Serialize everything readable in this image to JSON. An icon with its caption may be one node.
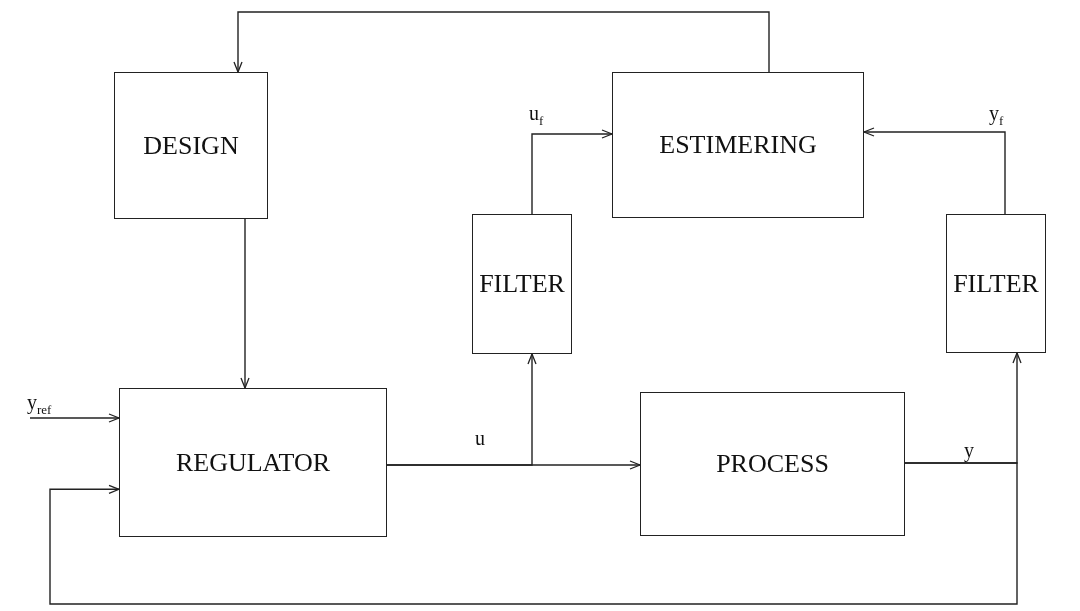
{
  "diagram": {
    "nodes": [
      {
        "text": [
          "DESIGN"
        ]
      },
      {
        "text": [
          "ESTIMERING"
        ]
      },
      {
        "text": [
          "FILTER"
        ]
      },
      {
        "text": [
          "FILTER"
        ]
      },
      {
        "text": [
          "REGULATOR"
        ]
      },
      {
        "text": [
          "PROCESS"
        ]
      }
    ],
    "edges": [
      {
        "from": 1,
        "to": 0,
        "arrow": "to"
      },
      {
        "from": 0,
        "to": 4,
        "arrow": "to"
      },
      {
        "from": null,
        "to": 4,
        "arrow": "to",
        "label": "y$_{ref}$"
      },
      {
        "from": 4,
        "to": 5,
        "arrow": "to",
        "label": "u"
      },
      {
        "from": 4,
        "to": 2,
        "arrow": "to"
      },
      {
        "from": 2,
        "to": 1,
        "arrow": "to",
        "label": "u$_{f}$"
      },
      {
        "from": 3,
        "to": 1,
        "arrow": "to",
        "label": "y$_{f}$"
      },
      {
        "from": 5,
        "to": 3,
        "arrow": "to",
        "label": "y"
      },
      {
        "from": 5,
        "to": 4,
        "arrow": "to"
      }
    ]
  }
}
